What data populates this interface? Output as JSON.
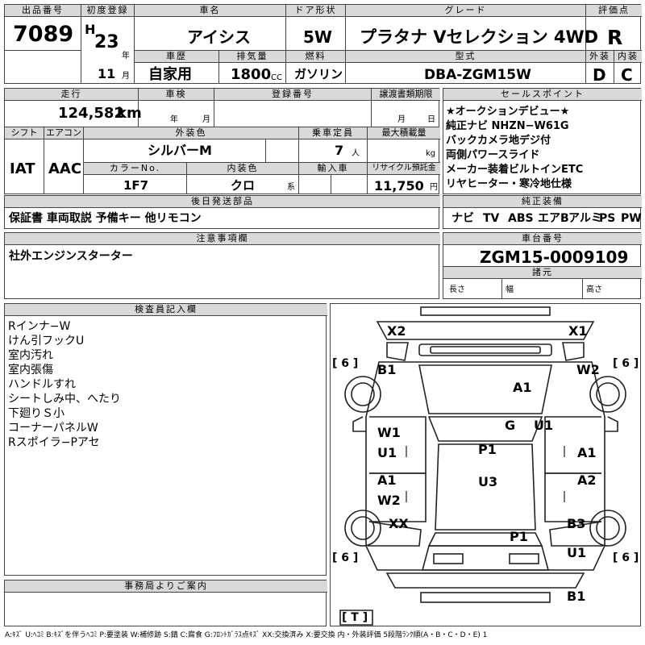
{
  "header": {
    "lot_no": {
      "label": "出品番号",
      "value": "7089"
    },
    "first_reg": {
      "label": "初度登録",
      "era": "H",
      "year": "23",
      "year_unit": "年",
      "month": "11",
      "month_unit": "月"
    },
    "model_name": {
      "label": "車名",
      "value": "アイシス"
    },
    "doors": {
      "label": "ドア形状",
      "value": "5W"
    },
    "grade": {
      "label": "グレード",
      "value": "プラタナ Vセレクション 4WD"
    },
    "score": {
      "label": "評価点",
      "value": "R"
    },
    "history": {
      "label": "車歴",
      "value": "自家用"
    },
    "displacement": {
      "label": "排気量",
      "value": "1800",
      "unit": "CC"
    },
    "fuel": {
      "label": "燃料",
      "value": "ガソリン"
    },
    "model_code": {
      "label": "型式",
      "value": "DBA-ZGM15W"
    },
    "exterior_grade": {
      "label": "外装",
      "value": "D"
    },
    "interior_grade": {
      "label": "内装",
      "value": "C"
    }
  },
  "row2": {
    "mileage": {
      "label": "走行",
      "value": "124,582",
      "unit": "km"
    },
    "inspection": {
      "label": "車検",
      "year_unit": "年",
      "month_unit": "月"
    },
    "reg_no": {
      "label": "登録番号"
    },
    "transfer_deadline": {
      "label": "譲渡書類期限",
      "month_unit": "月",
      "day_unit": "日"
    },
    "shift": {
      "label": "シフト",
      "value": "IAT"
    },
    "aircon": {
      "label": "エアコン",
      "value": "AAC"
    },
    "ext_color": {
      "label": "外装色",
      "value": "シルバーM"
    },
    "capacity": {
      "label": "乗車定員",
      "value": "7",
      "unit": "人"
    },
    "max_load": {
      "label": "最大積載量",
      "unit": "kg"
    },
    "color_no": {
      "label": "カラーNo.",
      "value": "1F7"
    },
    "int_color": {
      "label": "内装色",
      "value": "クロ",
      "unit": "系"
    },
    "import": {
      "label": "輸入車"
    },
    "recycle": {
      "label": "リサイクル預託金",
      "value": "11,750",
      "unit": "円"
    }
  },
  "later_items": {
    "label": "後日発送部品",
    "value": "保証書 車両取説 予備キー 他リモコン"
  },
  "caution": {
    "label": "注意事項欄",
    "value": "社外エンジンスターター"
  },
  "sales_points": {
    "label": "セールスポイント",
    "lines": [
      "★オークションデビュー★",
      "純正ナビ NHZN−W61G",
      "バックカメラ地デジ付",
      "両側パワースライド",
      "メーカー装着ビルトインETC",
      "リヤヒーター・寒冷地仕様"
    ]
  },
  "equipment": {
    "label": "純正装備",
    "items": [
      "ナビ",
      "TV",
      "ABS",
      "エアB",
      "アルミ",
      "PS",
      "PW"
    ]
  },
  "chassis": {
    "label": "車台番号",
    "value": "ZGM15-0009109"
  },
  "dims": {
    "label": "諸元",
    "length": "長さ",
    "width": "幅",
    "height": "高さ"
  },
  "inspector": {
    "label": "検査員記入欄",
    "notes": [
      "Rインナ−W",
      "けん引フックU",
      "室内汚れ",
      "室内張傷",
      "ハンドルすれ",
      "シートしみ中、へたり",
      "下廻りＳ小",
      "コーナーパネルW",
      "Rスポイラ−Pアセ"
    ]
  },
  "diagram": {
    "x2": "X2",
    "x1": "X1",
    "b1_fl": "B1",
    "w2_fr": "W2",
    "a1_hood": "A1",
    "g": "G",
    "u1_ws": "U1",
    "w1_l": "W1",
    "u1_l": "U1",
    "p1_roof": "P1",
    "a1_r": "A1",
    "a1_l": "A1",
    "u3_roof": "U3",
    "a2_r": "A2",
    "w2_l": "W2",
    "xx_l": "XX",
    "b3_r": "B3",
    "p1_rear": "P1",
    "u1_rear": "U1",
    "b1_rear": "B1",
    "tire_fl": "6",
    "tire_fr": "6",
    "tire_rl": "6",
    "tire_rr": "6",
    "spare": "T"
  },
  "office": {
    "label": "事務局よりご案内"
  },
  "footer": {
    "legend": "A:ｷｽﾞ U:ﾍｺﾐ B:ｷｽﾞを伴うﾍｺﾐ P:要塗装 W:補修跡 S:錆 C:腐食 G:ﾌﾛﾝﾄｶﾞﾗｽ点ｷｽﾞ XX:交換済み X:要交換 内・外装評価 5段階ﾗﾝｸ順(A・B・C・D・E) 1"
  }
}
